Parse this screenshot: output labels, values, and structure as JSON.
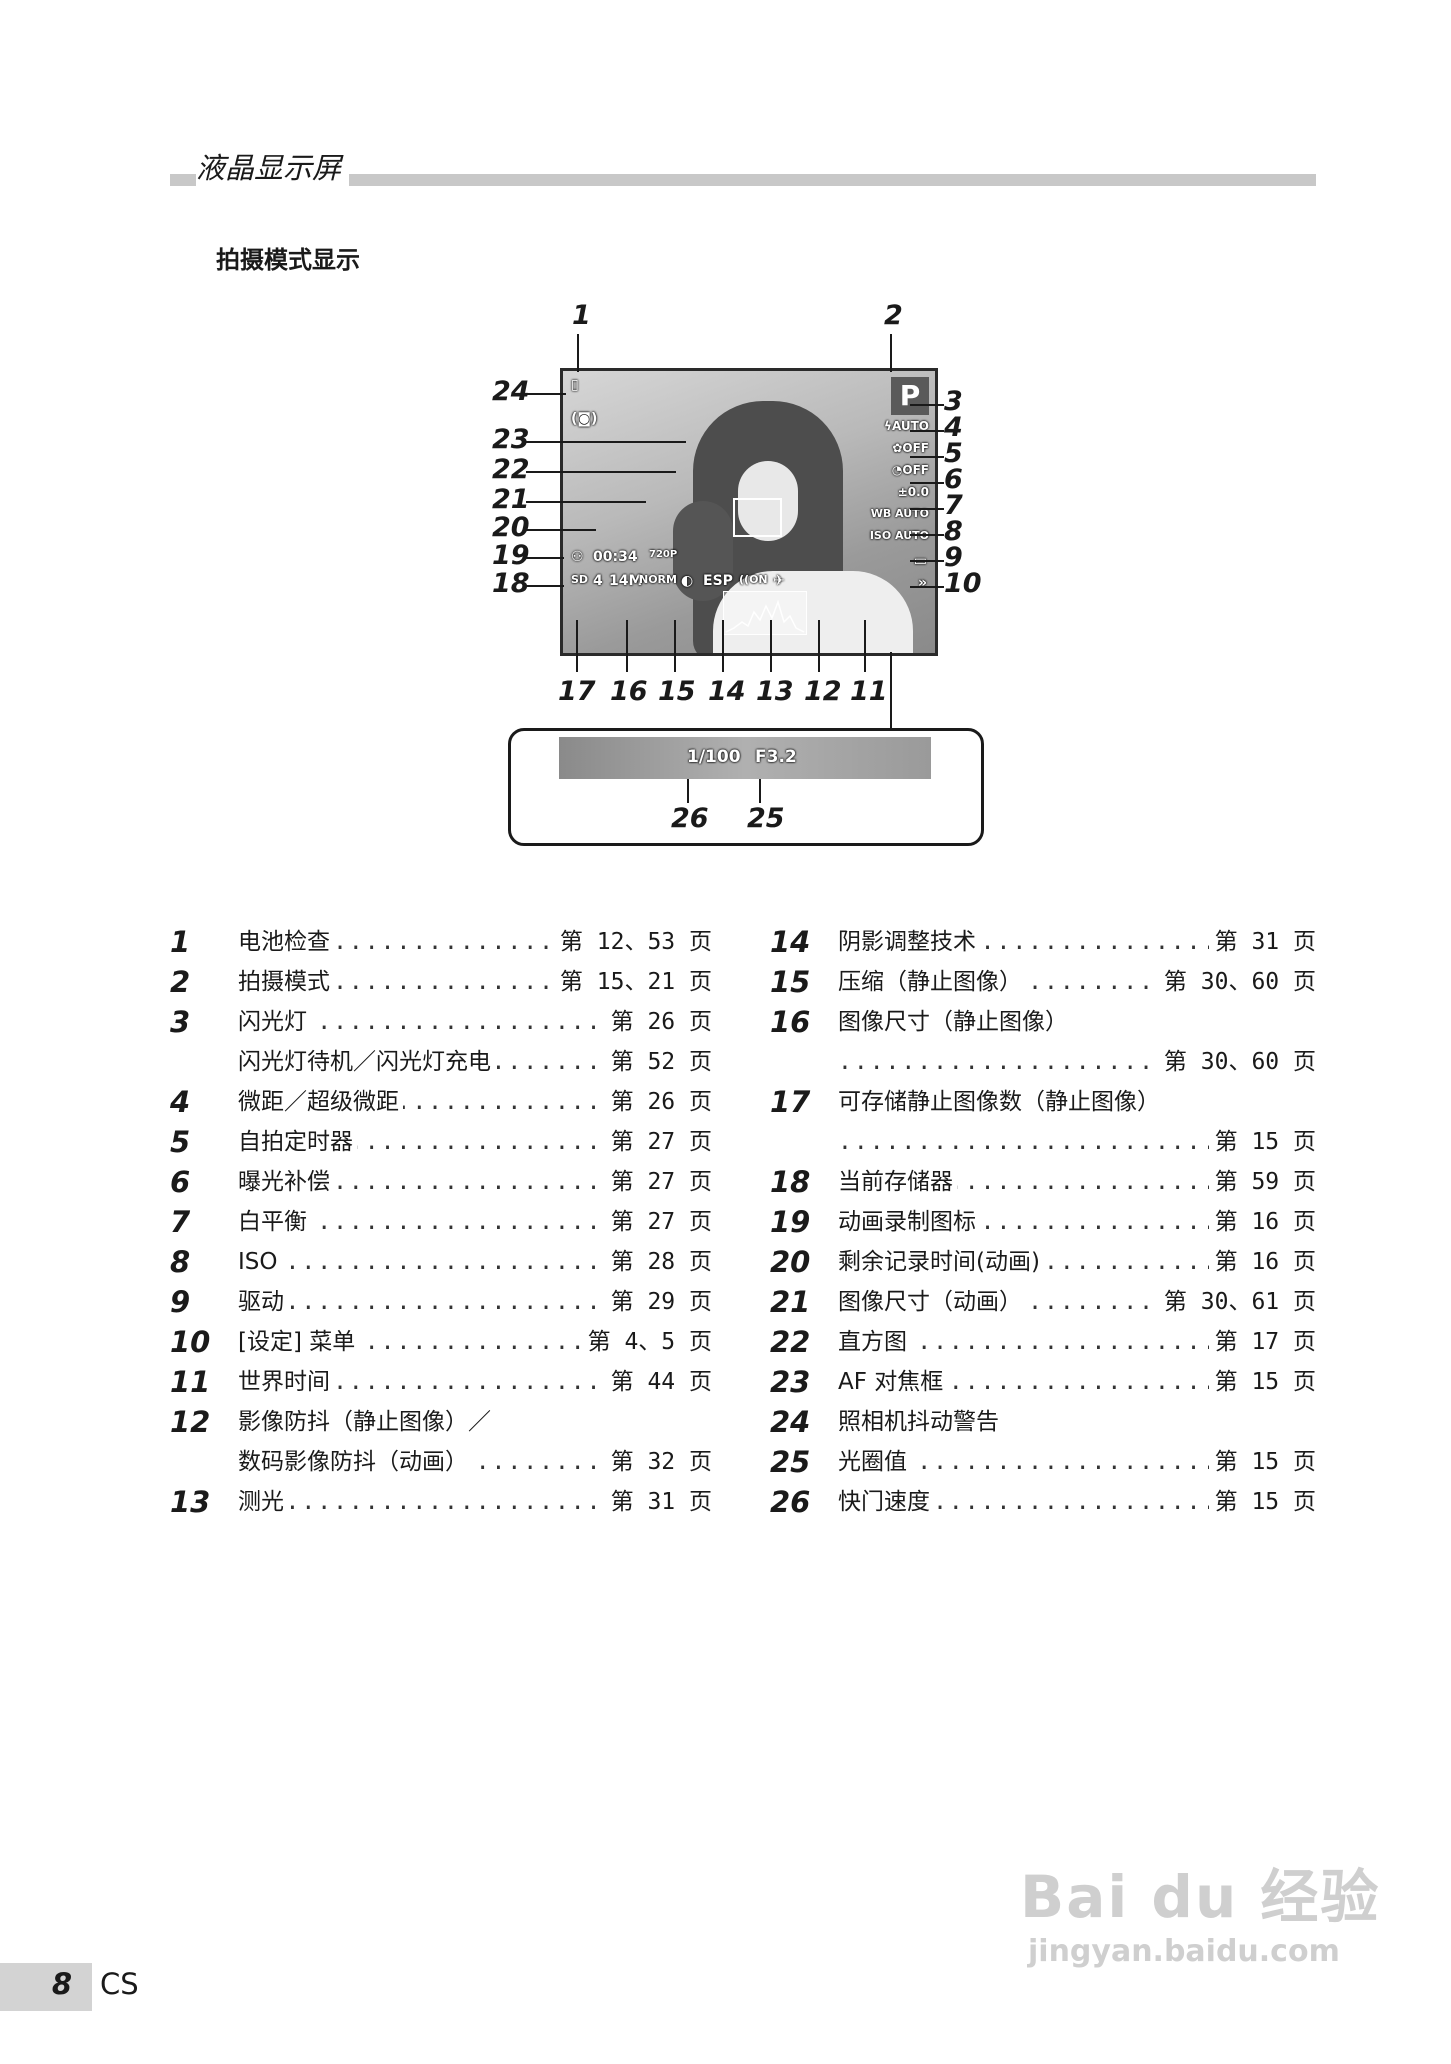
{
  "header": {
    "title": "液晶显示屏"
  },
  "subheading": "拍摄模式显示",
  "diagram": {
    "callouts": [
      "1",
      "2",
      "3",
      "4",
      "5",
      "6",
      "7",
      "8",
      "9",
      "10",
      "11",
      "12",
      "13",
      "14",
      "15",
      "16",
      "17",
      "18",
      "19",
      "20",
      "21",
      "22",
      "23",
      "24",
      "25",
      "26"
    ],
    "screen": {
      "mode": "P",
      "flash": "AUTO",
      "macro": "OFF",
      "self_timer": "OFF",
      "exposure": "±0.0",
      "wb": "WB AUTO",
      "iso": "ISO AUTO",
      "time_remaining": "00:34",
      "movie_size": "720P",
      "storage": "SD",
      "shots": "4",
      "image_size": "14M",
      "compression": "NORM",
      "metering": "ESP",
      "stabilizer": "ON",
      "shutter": "1/100",
      "aperture": "F3.2"
    }
  },
  "legend_left": [
    {
      "num": "1",
      "label": "电池检查",
      "ref": "第 12、53 页"
    },
    {
      "num": "2",
      "label": "拍摄模式",
      "ref": "第 15、21 页"
    },
    {
      "num": "3",
      "label": "闪光灯",
      "ref": "第 26 页"
    },
    {
      "num": "",
      "label": "闪光灯待机／闪光灯充电",
      "ref": "第 52 页"
    },
    {
      "num": "4",
      "label": "微距／超级微距",
      "ref": "第 26 页"
    },
    {
      "num": "5",
      "label": "自拍定时器",
      "ref": "第 27 页"
    },
    {
      "num": "6",
      "label": "曝光补偿",
      "ref": "第 27 页"
    },
    {
      "num": "7",
      "label": "白平衡",
      "ref": "第 27 页"
    },
    {
      "num": "8",
      "label": "ISO",
      "ref": "第 28 页"
    },
    {
      "num": "9",
      "label": "驱动",
      "ref": "第 29 页"
    },
    {
      "num": "10",
      "label": "[设定] 菜单",
      "ref": "第 4、5 页"
    },
    {
      "num": "11",
      "label": "世界时间",
      "ref": "第 44 页"
    },
    {
      "num": "12",
      "label": "影像防抖（静止图像）／",
      "ref": ""
    },
    {
      "num": "",
      "label": "数码影像防抖（动画）",
      "ref": "第 32 页"
    },
    {
      "num": "13",
      "label": "测光",
      "ref": "第 31 页"
    }
  ],
  "legend_right": [
    {
      "num": "14",
      "label": "阴影调整技术",
      "ref": "第 31 页"
    },
    {
      "num": "15",
      "label": "压缩（静止图像）",
      "ref": "第 30、60 页"
    },
    {
      "num": "16",
      "label": "图像尺寸（静止图像）",
      "ref": ""
    },
    {
      "num": "",
      "label": "",
      "ref": "第 30、60 页"
    },
    {
      "num": "17",
      "label": "可存储静止图像数（静止图像）",
      "ref": ""
    },
    {
      "num": "",
      "label": "",
      "ref": "第 15 页"
    },
    {
      "num": "18",
      "label": "当前存储器",
      "ref": "第 59 页"
    },
    {
      "num": "19",
      "label": "动画录制图标",
      "ref": "第 16 页"
    },
    {
      "num": "20",
      "label": "剩余记录时间(动画)",
      "ref": "第 16 页"
    },
    {
      "num": "21",
      "label": "图像尺寸（动画）",
      "ref": "第 30、61 页"
    },
    {
      "num": "22",
      "label": "直方图",
      "ref": "第 17 页"
    },
    {
      "num": "23",
      "label": "AF 对焦框",
      "ref": "第 15 页"
    },
    {
      "num": "24",
      "label": "照相机抖动警告",
      "ref": ""
    },
    {
      "num": "25",
      "label": "光圈值",
      "ref": "第 15 页"
    },
    {
      "num": "26",
      "label": "快门速度",
      "ref": "第 15 页"
    }
  ],
  "footer": {
    "page": "8",
    "lang": "CS"
  },
  "watermark": {
    "brand": "Bai du 经验",
    "url": "jingyan.baidu.com"
  }
}
